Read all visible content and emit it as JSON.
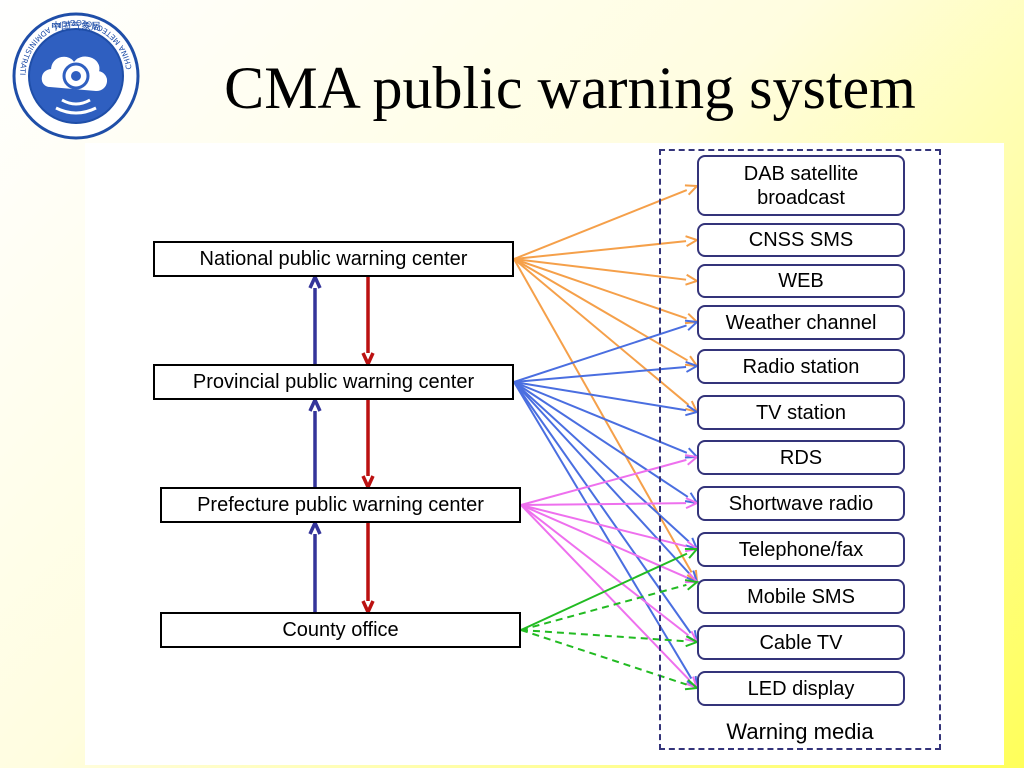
{
  "title": "CMA public warning system",
  "logo": {
    "icon": "cma-logo-icon",
    "ring_text": "CHINA METEOROLOGICAL ADMINISTRATION",
    "top_text": "中国气象局"
  },
  "centers": [
    {
      "id": "national",
      "label": "National public warning center"
    },
    {
      "id": "provincial",
      "label": "Provincial public warning center"
    },
    {
      "id": "prefecture",
      "label": "Prefecture public warning center"
    },
    {
      "id": "county",
      "label": "County office"
    }
  ],
  "media": {
    "caption": "Warning media",
    "items": [
      {
        "id": "dab",
        "label": "DAB satellite broadcast"
      },
      {
        "id": "cnss",
        "label": "CNSS SMS"
      },
      {
        "id": "web",
        "label": "WEB"
      },
      {
        "id": "weather",
        "label": "Weather channel"
      },
      {
        "id": "radio",
        "label": "Radio station"
      },
      {
        "id": "tv",
        "label": "TV station"
      },
      {
        "id": "rds",
        "label": "RDS"
      },
      {
        "id": "shortwave",
        "label": "Shortwave radio"
      },
      {
        "id": "telephone",
        "label": "Telephone/fax"
      },
      {
        "id": "mobile",
        "label": "Mobile SMS"
      },
      {
        "id": "cable",
        "label": "Cable TV"
      },
      {
        "id": "led",
        "label": "LED display"
      }
    ]
  },
  "colors": {
    "national": "#f5a04a",
    "provincial": "#4a6ee0",
    "prefecture": "#ee70ee",
    "county": "#22bb22",
    "escalate": "#34349a",
    "dispatch": "#bb1111",
    "box_border": "#34347a"
  },
  "links": {
    "national": [
      "dab",
      "cnss",
      "web",
      "weather",
      "radio",
      "tv",
      "mobile"
    ],
    "provincial": [
      "weather",
      "radio",
      "tv",
      "rds",
      "shortwave",
      "telephone",
      "mobile",
      "cable",
      "led"
    ],
    "prefecture": [
      "rds",
      "shortwave",
      "telephone",
      "mobile",
      "cable",
      "led"
    ],
    "county_solid": [
      "telephone"
    ],
    "county_dashed": [
      "mobile",
      "cable",
      "led"
    ]
  }
}
